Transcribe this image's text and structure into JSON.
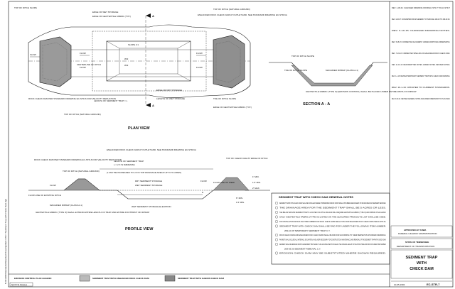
{
  "sidebar_path": "N:\\\\CADD\\\\Standards\\\\Standard Drawings\\\\EC-STR-7 Sediment Trap with Check Dam.dgn",
  "plan_view": {
    "title": "PLAN VIEW",
    "section_marker": "A",
    "labels": {
      "top_of_ditch_slope_tl": "TOP OF DITCH SLOPE",
      "edge_wet_storage": "EDGE OF WET STORAGE",
      "edge_geotextile": "EDGE OF GEOTEXTILE FABRIC (TYP.)",
      "slope": "SLOPE 2:1",
      "enhanced_rock_dam": "ENHANCED ROCK CHECK DAM AT OUTLET END. SEE STANDARD DRAWING EC-STR-6A",
      "top_of_ditch_tr": "TOP OF DITCH (NATURAL GROUND)",
      "centerline": "CENTERLINE OF DITCH",
      "flow": "FLOW",
      "w2": "W/2",
      "length_sediment_trap": "LENGTH OF SEDIMENT TRAP = L",
      "edge_dry_storage": "EDGE OF DRY STORAGE",
      "length_wet_storage": "LENGTH OF WET STORAGE",
      "rock_check_dam": "ROCK CHECK DAM PER STANDARD DRAWING EC-STR-6 FOR VELOCITY REDUCTION",
      "top_of_ditch_bottom": "TOP OF DITCH (NATURAL GROUND)",
      "toe_of_ditch_slope": "TOE OF DITCH SLOPE",
      "edge_geotextile_r": "EDGE OF GEOTEXTILE FABRIC (TYP.)"
    }
  },
  "section_view": {
    "title": "SECTION A - A",
    "labels": {
      "top_of_ditch_slope": "TOP OF DITCH SLOPE",
      "toe_of_ditch_slope": "TOE OF DITCH SLOPE",
      "machined_riprap": "MACHINED RIPRAP (CLASS A-1)",
      "geotextile": "GEOTEXTILE FABRIC (TYPE III) (EROSION CONTROL) SHALL BE PLACED UNDER ENTIRE WIDTH OF RIPRAP"
    }
  },
  "profile_view": {
    "title": "PROFILE VIEW",
    "labels": {
      "rock_check_dam": "ROCK CHECK DAM PER STANDARD DRAWING EC-STR-6 FOR VELOCITY REDUCTION",
      "top_of_ditch": "TOP OF DITCH (NATURAL GROUND)",
      "enhanced_dam": "ENHANCED ROCK CHECK DAM AT OUTLET END. SEE STANDARD DRAWING EC-STR-6A",
      "length_sediment_trap": "LENGTH OF SEDIMENT TRAP",
      "l_formula": "L = 2 X W (MINIMUM)",
      "l_note": "(L MAY BE INCREASED TO L/3 IN TOP DRAINAGE AREAS UP TO 5 ACRES)",
      "dry_storage": "DRY SEDIMENT STORAGE",
      "wet_storage": "WET SEDIMENT STORAGE",
      "top_of_check_dam": "TOP OF CHECK DAM AT EDGE OF DITCH",
      "flow": "FLOW",
      "flow_line_ditch": "FLOW LINE OF EXISTING DITCH",
      "machined_riprap": "MACHINED RIPRAP (CLASS A-1)",
      "geotextile": "GEOTEXTILE FABRIC (TYPE III) SHALL EXTEND ENTIRE LENGTH OF TRAP AND ENTIRE FOOTPRINT OF RIPRAP",
      "wet_elev": "WET SEDIMENT STORAGE ELEVATION",
      "flow_line_weir": "FLOW LINE OF WEIR",
      "d": "D",
      "dims": [
        "1' MIN.",
        "1.5' MIN.",
        "2' MAX.",
        "6\" MIN.",
        "1.5' MIN."
      ]
    }
  },
  "notes": {
    "heading": "SEDIMENT TRAP WITH CHECK DAM GENERAL NOTES",
    "items": [
      "SEDIMENT TRAPS WITH CHECK DAMS SHALL BE INSTALLED WHERE STORMWATER RUNOFF FROM SMALL DISTURBED AREAS NEEDS TO BE DETAINED AND SEDIMENT REMOVED.",
      "THE DRAINAGE AREA FOR THE SEDIMENT TRAP SHALL BE 5 ACRES OR LESS.",
      "THE BELOW GROUND SEDIMENT TRAP IS LOCATED IN A DITCH LINE AND WILL REQUIRE GEOTEXTILE FABRIC (TYPE III) AND RIPRAP AT EACH END.",
      "ONLY GEOTEXTILE FABRIC (TYPE III) LISTED ON THE QUALIFIED PRODUCTS LIST SHALL BE USED.",
      "FOR INSTALLATION DETAILS AND ITEM NUMBERS FOR ROCK CHECK DAMS SEE EC-STR-6 AND ENHANCED ROCK CHECK DAMS SEE EC-STR-6A.",
      "SEDIMENT TRAP WITH CHECK DAM SHALL BE PAID FOR UNDER THE FOLLOWING ITEM NUMBER:",
      "ROCK CHECK DAMS AND ENHANCED ROCK CHECK DAMS SHALL BE PAID FOR ACCORDING TO THEIR RESPECTIVE STANDARD DRAWINGS.",
      "PAYMENT SHALL INCLUDE ALL MATERIALS, EXCAVATION, AND LABOR NECESSARY FOR CONSTRUCTION, MAINTENANCE, AND REMOVAL OF THE SEDIMENT TRAP WITH CHECK DAM.",
      "SEDIMENT SHALL BE REMOVED FROM THE SEDIMENT TRAP WHEN IT HAS ACCUMULATED TO ONE HALF THE ORIGINAL HEIGHT OF THE STRUCTURE AND PAID FOR UNDER ITEM NUMBER:",
      "EROSION CHECK DAM MAY BE SUBSTITUTED WHERE SHOWN REQUIRED."
    ],
    "item_lines": [
      {
        "code": "209-10.36",
        "desc": "TEMPORARY SEDIMENT TRAP",
        "unit": "C.Y."
      },
      {
        "code": "209-03.30",
        "desc": "SEDIMENT REMOVAL",
        "unit": "C.Y."
      }
    ]
  },
  "revisions": [
    "REV. 1-30-01: CHANGED DRAWING FROM EC-STR-7 TO EC-STR-7",
    "REV. 4-26-07: CONVERTED FROM GENERIC TO THROUGH 209-02 TO 209-03.30.",
    "REV. 3-10-15: CHANGED DRAWING NOTES.",
    "REV. 5-18-15: CORRECTED ALIGNMENT. ADDED ADDITIONAL DIMENSIONS.",
    "REV. 7-19-16: CORRECTED SPELLING OF ENHANCED ROCK CHECK DAM.",
    "REV. 11-10-16: REFORMATTED NOTES. ADDED NOTES. REVISED NOTES.",
    "REV. 1-1-18: REVISED TEMPORARY SEDIMENT TRAP WITH CHECK DAM DRAWING.",
    "REV. 10-1-19: UPDATED TO CURRENT STANDARDS.",
    "REV. 9-30-21: REVISED GENERAL NOTES AND ADDED DIMENSIONS TO PLAN VIEW."
  ],
  "legend": {
    "erosion_plan_legend": "EROSION CONTROL PLAN LEGEND:",
    "item1": "SEDIMENT TRAP WITH ENHANCED ROCK CHECK DAM",
    "item2": "SEDIMENT TRAP WITH GABION CHECK DAM",
    "not_to_scale": "NOT TO SCALE"
  },
  "title_block": {
    "approved": "APPROVED BY FHWA",
    "approved_sub": "FEDERAL HIGHWAY ADMINISTRATION",
    "state_line1": "STATE OF TENNESSEE",
    "state_line2": "DEPARTMENT OF TRANSPORTATION",
    "drawing_title": [
      "SEDIMENT TRAP",
      "WITH",
      "CHECK DAM"
    ],
    "date": "10-05-1993",
    "dwg_no": "EC-STR-7"
  }
}
